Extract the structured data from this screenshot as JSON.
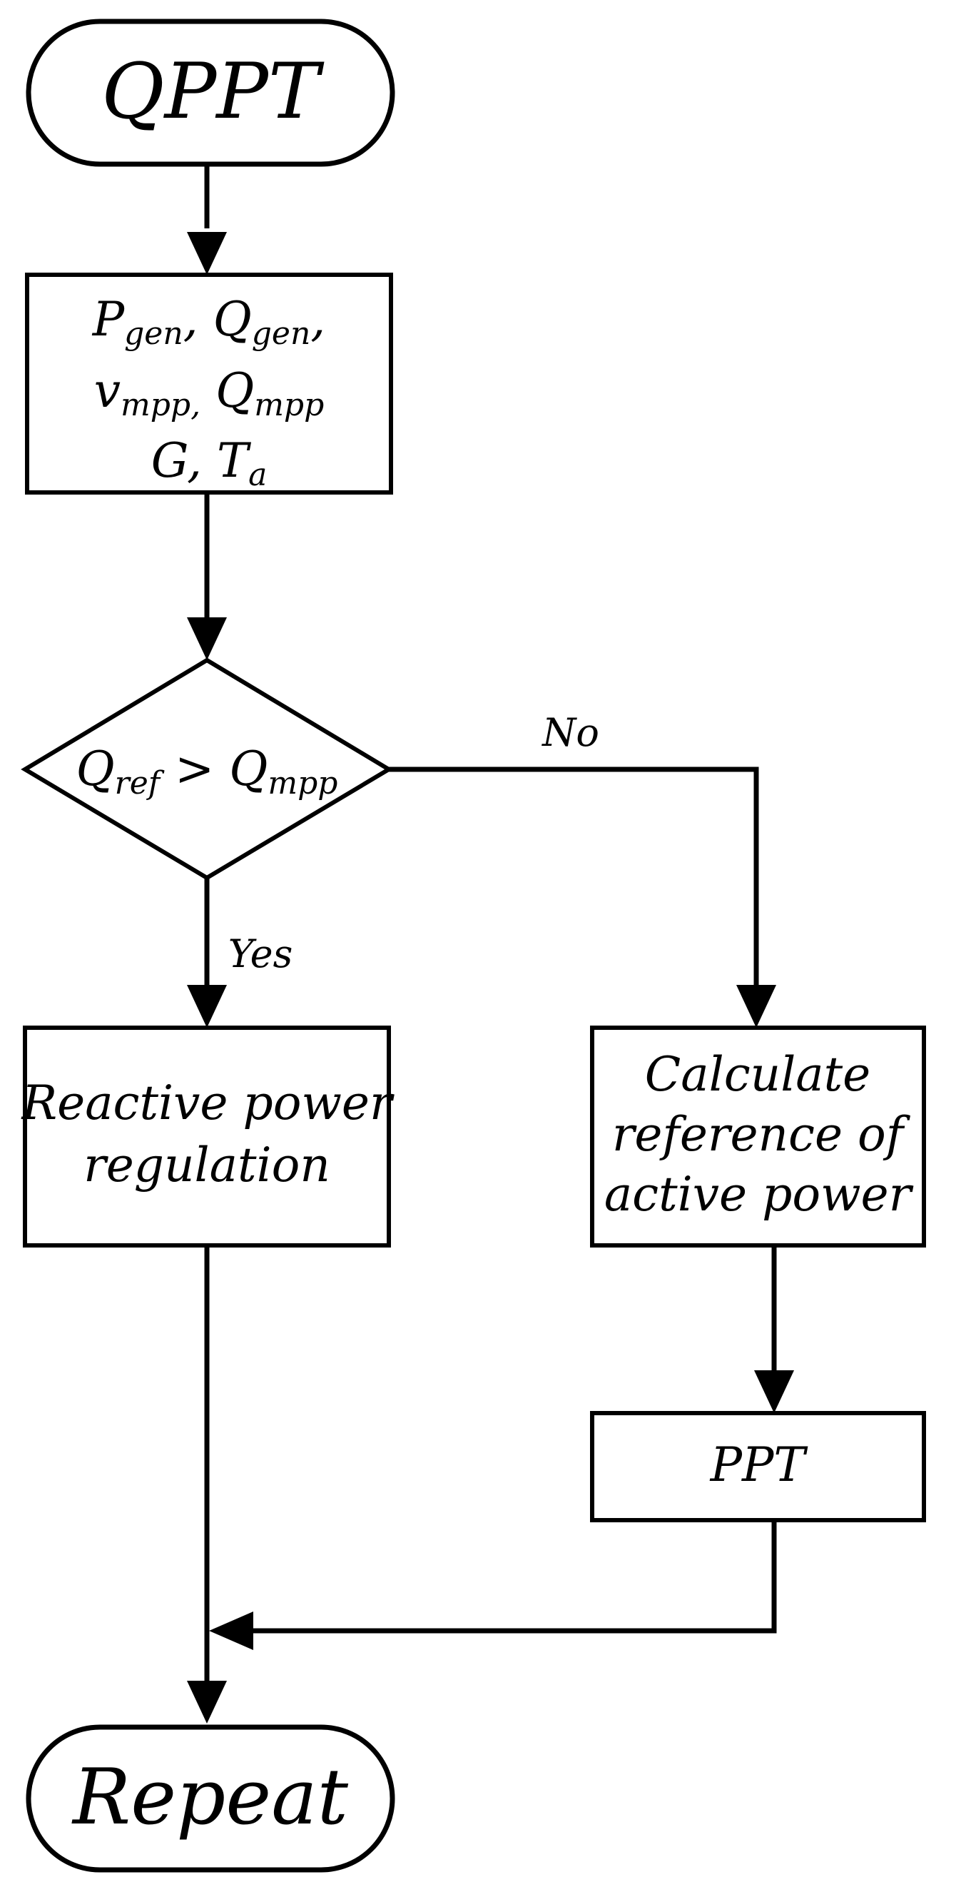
{
  "flowchart": {
    "start": "QPPT",
    "inputs": {
      "line1": [
        {
          "base": "P",
          "sub": "gen"
        },
        {
          "sep": ", "
        },
        {
          "base": "Q",
          "sub": "gen"
        },
        {
          "sep": ","
        }
      ],
      "line2": [
        {
          "base": "v",
          "sub": "mpp,"
        },
        {
          "sep": " "
        },
        {
          "base": "Q",
          "sub": "mpp"
        }
      ],
      "line3": [
        {
          "base": "G, "
        },
        {
          "base": "T",
          "sub": "a"
        }
      ]
    },
    "decision": {
      "left": {
        "base": "Q",
        "sub": "ref"
      },
      "op": " > ",
      "right": {
        "base": "Q",
        "sub": "mpp"
      }
    },
    "yes_label": "Yes",
    "no_label": "No",
    "reactive_box": [
      "Reactive power",
      "regulation"
    ],
    "calc_box": [
      "Calculate",
      "reference of",
      "active power"
    ],
    "ppt_box": "PPT",
    "end": "Repeat"
  }
}
